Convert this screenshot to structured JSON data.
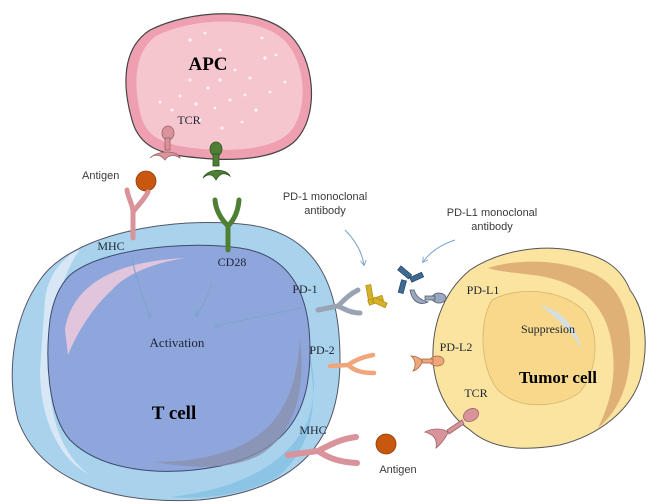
{
  "diagram": {
    "cells": {
      "apc": "APC",
      "t_cell": "T cell",
      "tumor_cell": "Tumor cell"
    },
    "labels": {
      "apc_tcr": "TCR",
      "antigen_top": "Antigen",
      "mhc_top": "MHC",
      "cd28": "CD28",
      "activation": "Activation",
      "pd1": "PD-1",
      "pd2": "PD-2",
      "mhc_bottom": "MHC",
      "antigen_bottom": "Antigen",
      "pdl1": "PD-L1",
      "pdl2": "PD-L2",
      "tumor_tcr": "TCR",
      "suppresion": "Suppresion",
      "pd1_antibody_line1": "PD-1 monoclonal",
      "pd1_antibody_line2": "antibody",
      "pdl1_antibody_line1": "PD-L1 monoclonal",
      "pdl1_antibody_line2": "antibody"
    },
    "colors": {
      "apc_fill": "#f6c6cf",
      "apc_rim": "#ee9fb0",
      "tcell_outer": "#a9d3ec",
      "tcell_inner": "#8fa6dd",
      "tumor_fill": "#fbe3a0",
      "tumor_band": "#d9a86e",
      "antigen": "#c8580f",
      "mhc_receptor": "#d9939a",
      "cd28_receptor": "#4f7f35",
      "pd1_receptor": "#9aa3b3",
      "pd2_receptor": "#f0a57a",
      "pd1_antibody": "#d5b22a",
      "pdl1_antibody": "#3e6a94",
      "arrow": "#7aa4cf"
    }
  }
}
